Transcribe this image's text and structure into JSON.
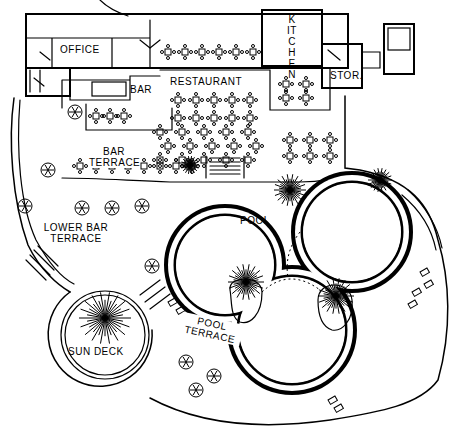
{
  "diagram": {
    "nodes": [
      {
        "text": [
          "OFFICE"
        ]
      },
      {
        "text": [
          "BAR"
        ]
      },
      {
        "text": [
          "RESTAURANT"
        ]
      },
      {
        "text": [
          "KITCHEN"
        ]
      },
      {
        "text": [
          "STOR."
        ]
      },
      {
        "text": [
          "POOL"
        ]
      },
      {
        "text": [
          "SUN DECK"
        ]
      }
    ],
    "labels": [
      "BAR TERRACE",
      "LOWER BAR TERRACE",
      "POOL TERRACE"
    ]
  }
}
